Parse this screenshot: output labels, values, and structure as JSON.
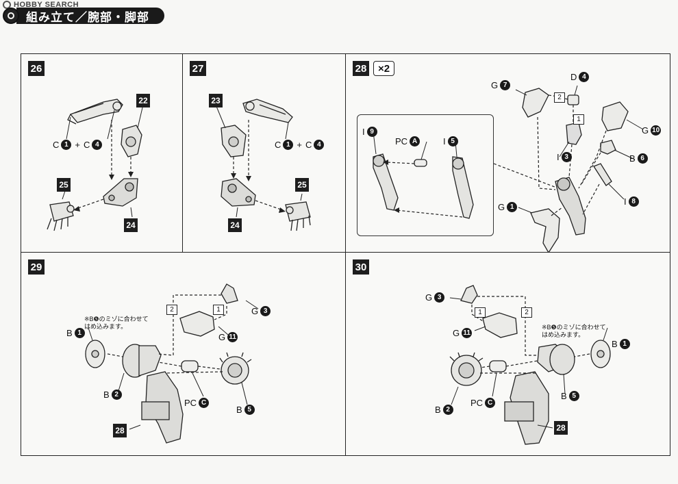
{
  "watermark": "HOBBY SEARCH",
  "header": {
    "title": "組み立て／腕部・脚部"
  },
  "panels": {
    "p26": {
      "step": "26",
      "label_c1": "C",
      "num_c1": "1",
      "plus": "+",
      "label_c4": "C",
      "num_c4": "4",
      "ref_22": "22",
      "ref_25": "25",
      "ref_24": "24"
    },
    "p27": {
      "step": "27",
      "label_c1": "C",
      "num_c1": "1",
      "plus": "+",
      "label_c4": "C",
      "num_c4": "4",
      "ref_23": "23",
      "ref_25": "25",
      "ref_24": "24"
    },
    "p28": {
      "step": "28",
      "times": "×2",
      "g7_l": "G",
      "g7_n": "7",
      "d4_l": "D",
      "d4_n": "4",
      "box2": "2",
      "box1": "1",
      "g10_l": "G",
      "g10_n": "10",
      "i3_l": "I",
      "i3_n": "3",
      "b6_l": "B",
      "b6_n": "6",
      "i8_l": "I",
      "i8_n": "8",
      "g1_l": "G",
      "g1_n": "1",
      "i9_l": "I",
      "i9_n": "9",
      "pca_l": "PC",
      "pca_n": "A",
      "i5_l": "I",
      "i5_n": "5"
    },
    "p29": {
      "step": "29",
      "box2": "2",
      "box1": "1",
      "g3_l": "G",
      "g3_n": "3",
      "g11_l": "G",
      "g11_n": "11",
      "note_1": "※B❺のミゾに合わせて",
      "note_2": "はめ込みます。",
      "b1_l": "B",
      "b1_n": "1",
      "b2_l": "B",
      "b2_n": "2",
      "pcc_l": "PC",
      "pcc_n": "C",
      "b5_l": "B",
      "b5_n": "5",
      "ref_28": "28"
    },
    "p30": {
      "step": "30",
      "box1": "1",
      "box2": "2",
      "g3_l": "G",
      "g3_n": "3",
      "g11_l": "G",
      "g11_n": "11",
      "note_1": "※B❺のミゾに合わせて",
      "note_2": "はめ込みます。",
      "b1_l": "B",
      "b1_n": "1",
      "b2_l": "B",
      "b2_n": "2",
      "pcc_l": "PC",
      "pcc_n": "C",
      "b5_l": "B",
      "b5_n": "5",
      "ref_28": "28"
    }
  }
}
